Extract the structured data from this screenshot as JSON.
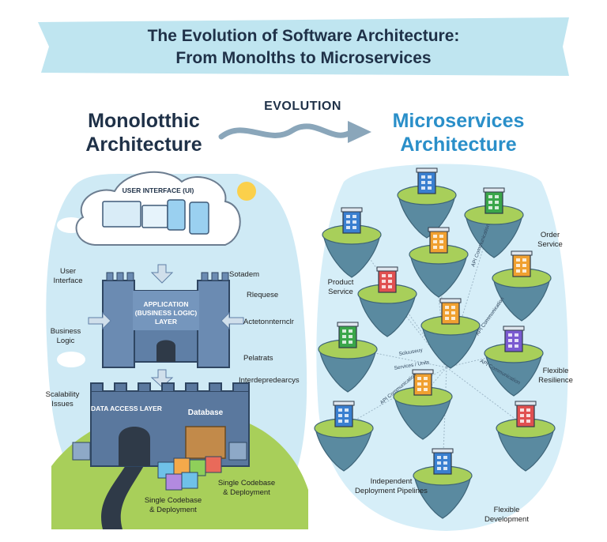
{
  "title_line1": "The Evolution of Software Architecture:",
  "title_line2": "From Monolths to Microservices",
  "left_heading_line1": "Monolotthic",
  "left_heading_line2": "Architecture",
  "evolution_label": "EVOLUTION",
  "right_heading_line1": "Microservices",
  "right_heading_line2": "Architecture",
  "monolith": {
    "ui_layer": "USER INTERFACE (UI)",
    "app_layer_line1": "APPLICATION",
    "app_layer_line2": "(BUSINESS LOGIC)",
    "app_layer_line3": "LAYER",
    "data_layer": "DATA ACCESS LAYER",
    "database": "Database",
    "labels": {
      "user_interface_1": "User",
      "user_interface_2": "Interface",
      "business_logic_1": "Business",
      "business_logic_2": "Logic",
      "scalability_1": "Scalability",
      "scalability_2": "Issues",
      "sotadem": "Sotadem",
      "rlequese": "Rlequese",
      "actetonnternclr": "Actetonnternclr",
      "pelatrats": "Pelatrats",
      "interdepredearcys": "Interdepredearcys",
      "codebase_a1": "Single Codebase",
      "codebase_a2": "& Deployment",
      "codebase_b1": "Single Codebase",
      "codebase_b2": "& Deployment"
    }
  },
  "microservices": {
    "labels": {
      "order_1": "Order",
      "order_2": "Service",
      "product_1": "Product",
      "product_2": "Service",
      "flex_res_1": "Flexible",
      "flex_res_2": "Resilience",
      "indep_1": "Independent",
      "indep_2": "Deployment Pipelines",
      "flex_dev_1": "Flexible",
      "flex_dev_2": "Development"
    },
    "connection_labels": {
      "api_comm_a": "API Communication",
      "api_comm_b": "API Communication",
      "api_comm_c": "API Communication",
      "api_comm_d": "API Communication",
      "sources": "Soluuseuy",
      "services": "Services / Units"
    }
  },
  "colors": {
    "banner": "#bfe5f0",
    "dark_text": "#1f3148",
    "accent_blue": "#2a8fc9",
    "sky_blob": "#cfeaf5",
    "grass": "#a8cf5a",
    "castle": "#5f7fa6",
    "island_rock": "#5a8aa0"
  }
}
